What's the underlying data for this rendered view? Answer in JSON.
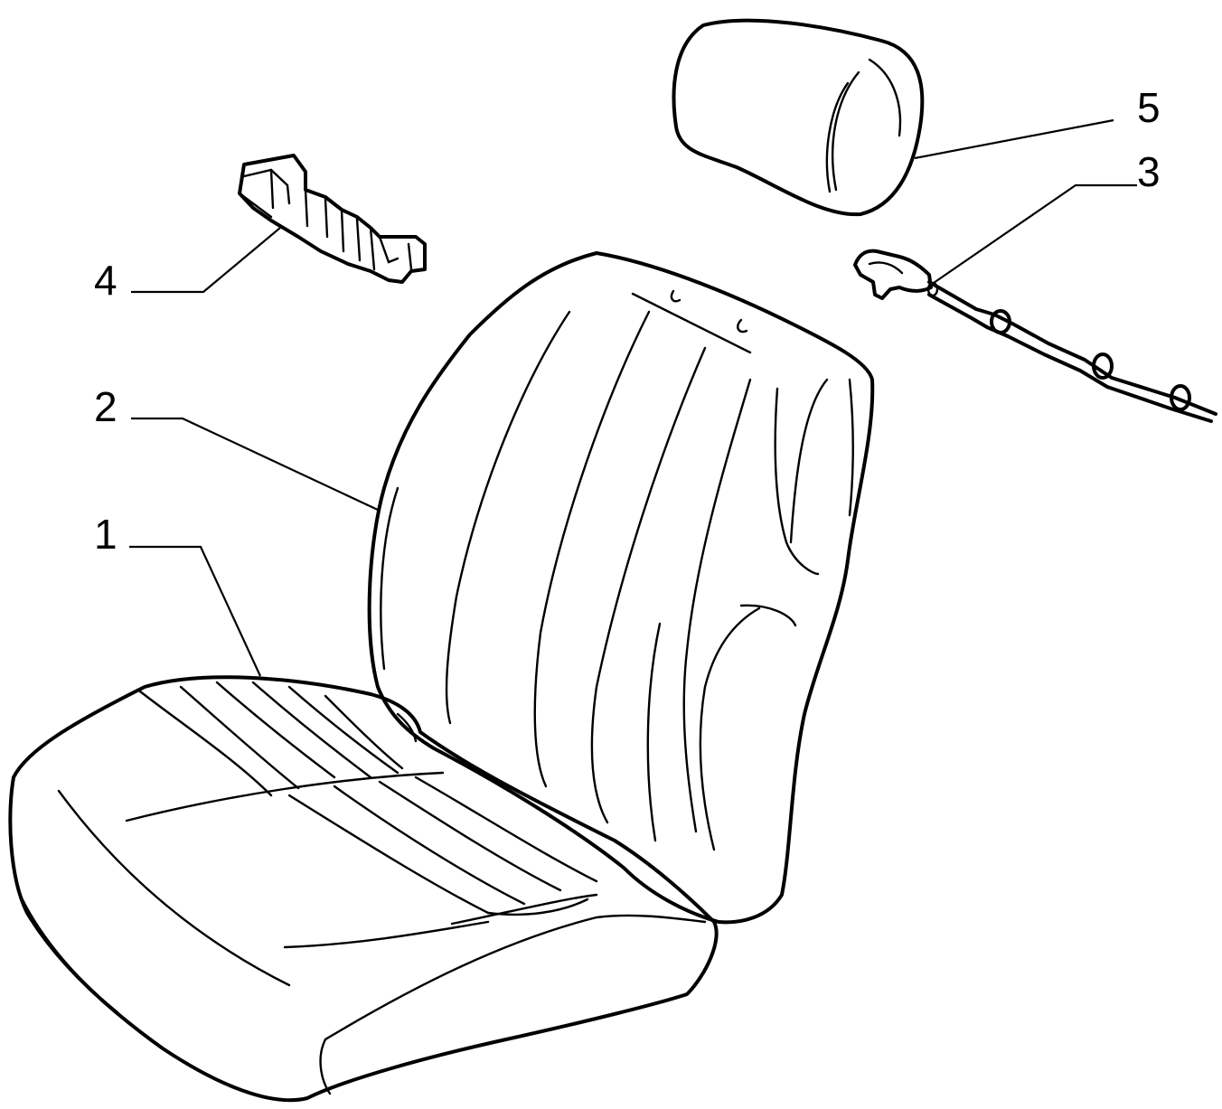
{
  "callouts": [
    {
      "id": "1",
      "label": "1",
      "part": "seat-cushion"
    },
    {
      "id": "2",
      "label": "2",
      "part": "seat-backrest"
    },
    {
      "id": "3",
      "label": "3",
      "part": "release-cable"
    },
    {
      "id": "4",
      "label": "4",
      "part": "bracket"
    },
    {
      "id": "5",
      "label": "5",
      "part": "headrest"
    }
  ]
}
